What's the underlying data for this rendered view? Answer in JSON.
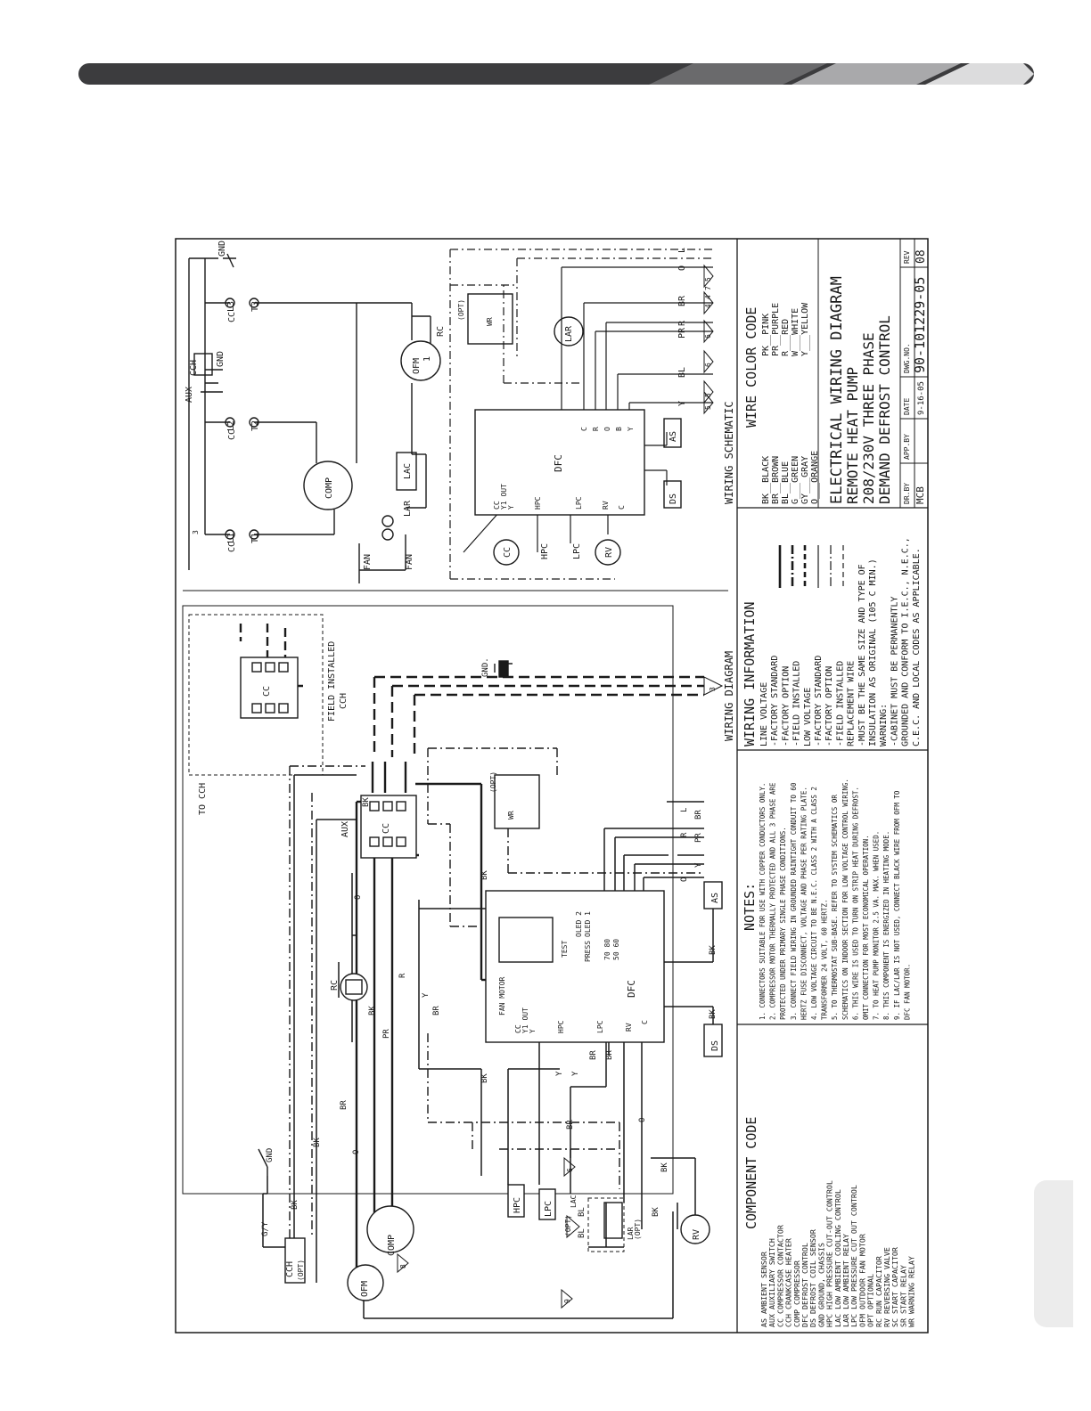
{
  "title_block": {
    "line1": "ELECTRICAL WIRING DIAGRAM",
    "line2": "REMOTE HEAT PUMP",
    "line3": "208/230V THREE PHASE",
    "line4": "DEMAND DEFROST CONTROL",
    "fields": [
      {
        "label": "DR.BY",
        "value": "MCB"
      },
      {
        "label": "APP.BY",
        "value": ""
      },
      {
        "label": "DATE",
        "value": "9-16-05"
      },
      {
        "label": "DWG.NO.",
        "value": "90-101229-05"
      },
      {
        "label": "REV",
        "value": "08"
      }
    ]
  },
  "section_labels": {
    "wiring_schematic": "WIRING SCHEMATIC",
    "wiring_diagram": "WIRING DIAGRAM"
  },
  "wire_color_code": {
    "heading": "WIRE COLOR CODE",
    "left": [
      "BK__BLACK",
      "BR__BROWN",
      "BL__BLUE",
      "G___GREEN",
      "GY___GRAY",
      "O___ORANGE"
    ],
    "right": [
      "PK__PINK",
      "PR__PURPLE",
      "R___RED",
      "W___WHITE",
      "Y___YELLOW"
    ]
  },
  "wiring_information": {
    "heading": "WIRING INFORMATION",
    "lines": [
      "LINE VOLTAGE",
      "-FACTORY STANDARD",
      "-FACTORY OPTION",
      "-FIELD INSTALLED",
      "LOW VOLTAGE",
      "-FACTORY STANDARD",
      "-FACTORY OPTION",
      "-FIELD INSTALLED",
      "REPLACEMENT WIRE",
      "-MUST BE THE SAME SIZE AND TYPE OF",
      "INSULATION AS ORIGINAL (105 C MIN.)",
      "WARNING:",
      "-CABINET MUST BE PERMANENTLY",
      "GROUNDED AND CONFORM TO I.E.C., N.E.C.,",
      "C.E.C. AND LOCAL CODES AS APPLICABLE."
    ]
  },
  "notes": {
    "heading": "NOTES:",
    "lines": [
      "1.  CONNECTORS SUITABLE FOR USE WITH COPPER CONDUCTORS ONLY.",
      "2.  COMPRESSOR MOTOR THERMALLY PROTECTED AND ALL 3 PHASE ARE",
      "     PROTECTED UNDER PRIMARY SINGLE PHASE CONDITIONS.",
      "3.  CONNECT FIELD WIRING IN GROUNDED RAINTIGHT CONDUIT TO 60",
      "     HERTZ FUSE DISCONNECT, VOLTAGE AND PHASE PER RATING PLATE.",
      "4.  LOW VOLTAGE CIRCUIT TO BE N.E.C. CLASS 2 WITH A CLASS 2",
      "     TRANSFORMER 24 VOLT, 60 HERTZ.",
      "5.  TO THERMOSTAT SUB-BASE. REFER TO SYSTEM SCHEMATICS OR",
      "     SCHEMATICS ON INDOOR SECTION FOR LOW VOLTAGE CONTROL WIRING.",
      "6.  THIS WIRE IS USED TO TURN ON STRIP HEAT DURING DEFROST.",
      "     OMIT CONNECTION FOR MOST ECONOMICAL OPERATION.",
      "7.  TO HEAT PUMP MONITOR 2.5 VA. MAX. WHEN USED.",
      "8.  THIS COMPONENT IS ENERGIZED IN HEATING MODE.",
      "9.  IF LAC/LAR IS NOT USED, CONNECT BLACK WIRE FROM OFM TO",
      "     DFC FAN MOTOR."
    ]
  },
  "component_code": {
    "heading": "COMPONENT CODE",
    "items": [
      "AS   AMBIENT SENSOR",
      "AUX  AUXILIARY SWITCH",
      "CC   COMPRESSOR CONTACTOR",
      "CCH  CRANKCASE HEATER",
      "COMP COMPRESSOR",
      "DFC  DEFROST CONTROL",
      "DS   DEFROST COIL SENSOR",
      "GND  GROUND, CHASSIS",
      "HPC  HIGH PRESSURE CUT-OUT CONTROL",
      "LAC  LOW AMBIENT COOLING CONTROL",
      "LAR  LOW AMBIENT RELAY",
      "LPC  LOW PRESSURE CUT OUT CONTROL",
      "OFM  OUTDOOR FAN MOTOR",
      "OPT  OPTIONAL",
      "RC   RUN CAPACITOR",
      "RV   REVERSING VALVE",
      "SC   START CAPACITOR",
      "SR   START RELAY",
      "WR   WARNING RELAY"
    ]
  },
  "schematic": {
    "components": {
      "comp": "COMP",
      "cch": "CCH",
      "aux": "AUX",
      "cc": "CC",
      "gnd": "GND",
      "fan": "FAN",
      "ofm": "OFM",
      "ofm_num": "1",
      "rc": "RC",
      "lac": "LAC",
      "lar": "LAR",
      "dfc": "DFC",
      "wr": "WR",
      "opt": "(OPT)",
      "lar_coil": "LAR",
      "as": "AS",
      "ds": "DS",
      "hpc": "HPC",
      "lpc": "LPC",
      "rv": "RV",
      "y1out": "Y1 OUT",
      "c": "C",
      "y": "Y"
    },
    "terminals": [
      "L1",
      "T1",
      "L2",
      "T2",
      "L3",
      "T3"
    ],
    "tstat_terminals": [
      "C",
      "R",
      "O",
      "B",
      "Y"
    ],
    "wire_ends": [
      "Y",
      "BL",
      "PR",
      "R",
      "BR",
      "O",
      "L"
    ],
    "note_markers": [
      "5",
      "5",
      "6",
      "6",
      "4",
      "4",
      "7",
      "5",
      "3"
    ]
  },
  "diagram": {
    "components": {
      "cch": "CCH",
      "opt": "(OPT)",
      "ofm": "OFM",
      "comp": "COMP",
      "rc": "RC",
      "aux": "AUX",
      "cc": "CC",
      "wr": "WR",
      "dfc": "DFC",
      "hpc": "HPC",
      "lpc": "LPC",
      "lac": "LAC",
      "lar": "LAR",
      "rv": "RV",
      "ds": "DS",
      "as": "AS",
      "gnd": "GND",
      "gnd_dot": "GND.",
      "to_cch": "TO CCH",
      "field_installed": "FIELD INSTALLED",
      "field_cch": "CCH",
      "test": "TEST",
      "press": "PRESS",
      "oled2": "OLED 2",
      "oled1": "OLED 1",
      "setting1": "70 80",
      "setting2": "50 60",
      "fan_motor": "FAN MOTOR",
      "cc_term": "CC",
      "y1out": "Y1 OUT",
      "y": "Y",
      "c": "C"
    },
    "wire_labels": [
      "BK",
      "BK",
      "BK",
      "BR",
      "O",
      "PR",
      "R",
      "BK",
      "Y",
      "BR",
      "BK",
      "O",
      "BR",
      "O",
      "Y",
      "Y",
      "BR",
      "BR",
      "BK",
      "BK",
      "BK",
      "BK",
      "BK",
      "G/Y",
      "BL",
      "BL",
      "R",
      "PR",
      "BR",
      "O",
      "Y",
      "L"
    ],
    "note_markers": [
      "3",
      "8",
      "9",
      "6"
    ]
  }
}
